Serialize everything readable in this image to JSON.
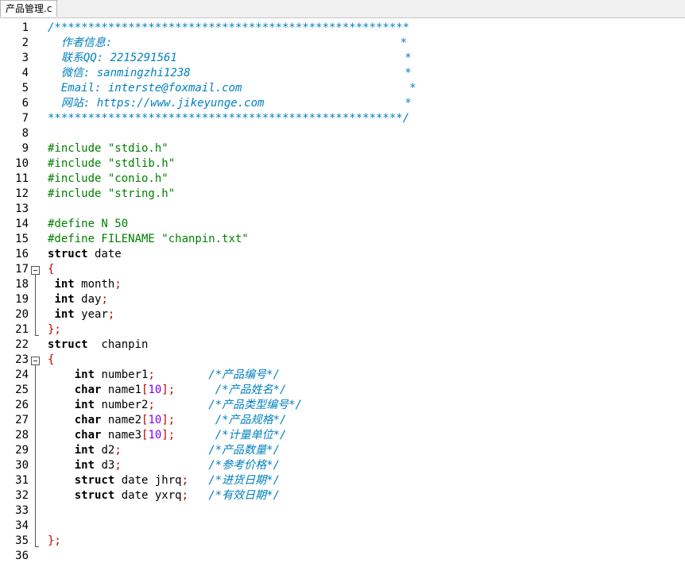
{
  "tab": {
    "title": "产品管理.c"
  },
  "line_numbers": [
    "1",
    "2",
    "3",
    "4",
    "5",
    "6",
    "7",
    "8",
    "9",
    "10",
    "11",
    "12",
    "13",
    "14",
    "15",
    "16",
    "17",
    "18",
    "19",
    "20",
    "21",
    "22",
    "23",
    "24",
    "25",
    "26",
    "27",
    "28",
    "29",
    "30",
    "31",
    "32",
    "33",
    "34",
    "35",
    "36"
  ],
  "code": [
    [
      [
        "cm",
        "/*****************************************************"
      ]
    ],
    [
      [
        "cm",
        "  作者信息:                                           *"
      ]
    ],
    [
      [
        "cm",
        "  联系QQ: 2215291561                                  *"
      ]
    ],
    [
      [
        "cm",
        "  微信: sanmingzhi1238                                *"
      ]
    ],
    [
      [
        "cm",
        "  Email: interste@foxmail.com                         *"
      ]
    ],
    [
      [
        "cm",
        "  网站: https://www.jikeyunge.com                     *"
      ]
    ],
    [
      [
        "cm",
        "*****************************************************/"
      ]
    ],
    [],
    [
      [
        "pp",
        "#include \"stdio.h\""
      ]
    ],
    [
      [
        "pp",
        "#include \"stdlib.h\""
      ]
    ],
    [
      [
        "pp",
        "#include \"conio.h\""
      ]
    ],
    [
      [
        "pp",
        "#include \"string.h\""
      ]
    ],
    [],
    [
      [
        "pp",
        "#define N 50"
      ]
    ],
    [
      [
        "pp",
        "#define FILENAME \"chanpin.txt\""
      ]
    ],
    [
      [
        "kw",
        "struct"
      ],
      [
        "tx",
        " date"
      ]
    ],
    [
      [
        "red",
        "{"
      ]
    ],
    [
      [
        "tx",
        " "
      ],
      [
        "kw",
        "int"
      ],
      [
        "tx",
        " month"
      ],
      [
        "red",
        ";"
      ]
    ],
    [
      [
        "tx",
        " "
      ],
      [
        "kw",
        "int"
      ],
      [
        "tx",
        " day"
      ],
      [
        "red",
        ";"
      ]
    ],
    [
      [
        "tx",
        " "
      ],
      [
        "kw",
        "int"
      ],
      [
        "tx",
        " year"
      ],
      [
        "red",
        ";"
      ]
    ],
    [
      [
        "red",
        "};"
      ]
    ],
    [
      [
        "kw",
        "struct"
      ],
      [
        "tx",
        "  chanpin"
      ]
    ],
    [
      [
        "red",
        "{"
      ]
    ],
    [
      [
        "tx",
        "    "
      ],
      [
        "kw",
        "int"
      ],
      [
        "tx",
        " number1"
      ],
      [
        "red",
        ";"
      ],
      [
        "tx",
        "        "
      ],
      [
        "cm",
        "/*产品编号*/"
      ]
    ],
    [
      [
        "tx",
        "    "
      ],
      [
        "kw",
        "char"
      ],
      [
        "tx",
        " name1"
      ],
      [
        "red",
        "["
      ],
      [
        "mg",
        "10"
      ],
      [
        "red",
        "];"
      ],
      [
        "tx",
        "      "
      ],
      [
        "cm",
        "/*产品姓名*/"
      ]
    ],
    [
      [
        "tx",
        "    "
      ],
      [
        "kw",
        "int"
      ],
      [
        "tx",
        " number2"
      ],
      [
        "red",
        ";"
      ],
      [
        "tx",
        "        "
      ],
      [
        "cm",
        "/*产品类型编号*/"
      ]
    ],
    [
      [
        "tx",
        "    "
      ],
      [
        "kw",
        "char"
      ],
      [
        "tx",
        " name2"
      ],
      [
        "red",
        "["
      ],
      [
        "mg",
        "10"
      ],
      [
        "red",
        "];"
      ],
      [
        "tx",
        "      "
      ],
      [
        "cm",
        "/*产品规格*/"
      ]
    ],
    [
      [
        "tx",
        "    "
      ],
      [
        "kw",
        "char"
      ],
      [
        "tx",
        " name3"
      ],
      [
        "red",
        "["
      ],
      [
        "mg",
        "10"
      ],
      [
        "red",
        "];"
      ],
      [
        "tx",
        "      "
      ],
      [
        "cm",
        "/*计量单位*/"
      ]
    ],
    [
      [
        "tx",
        "    "
      ],
      [
        "kw",
        "int"
      ],
      [
        "tx",
        " d2"
      ],
      [
        "red",
        ";"
      ],
      [
        "tx",
        "             "
      ],
      [
        "cm",
        "/*产品数量*/"
      ]
    ],
    [
      [
        "tx",
        "    "
      ],
      [
        "kw",
        "int"
      ],
      [
        "tx",
        " d3"
      ],
      [
        "red",
        ";"
      ],
      [
        "tx",
        "             "
      ],
      [
        "cm",
        "/*参考价格*/"
      ]
    ],
    [
      [
        "tx",
        "    "
      ],
      [
        "kw",
        "struct"
      ],
      [
        "tx",
        " date jhrq"
      ],
      [
        "red",
        ";"
      ],
      [
        "tx",
        "   "
      ],
      [
        "cm",
        "/*进货日期*/"
      ]
    ],
    [
      [
        "tx",
        "    "
      ],
      [
        "kw",
        "struct"
      ],
      [
        "tx",
        " date yxrq"
      ],
      [
        "red",
        ";"
      ],
      [
        "tx",
        "   "
      ],
      [
        "cm",
        "/*有效日期*/"
      ]
    ],
    [],
    [],
    [
      [
        "red",
        "};"
      ]
    ],
    []
  ]
}
